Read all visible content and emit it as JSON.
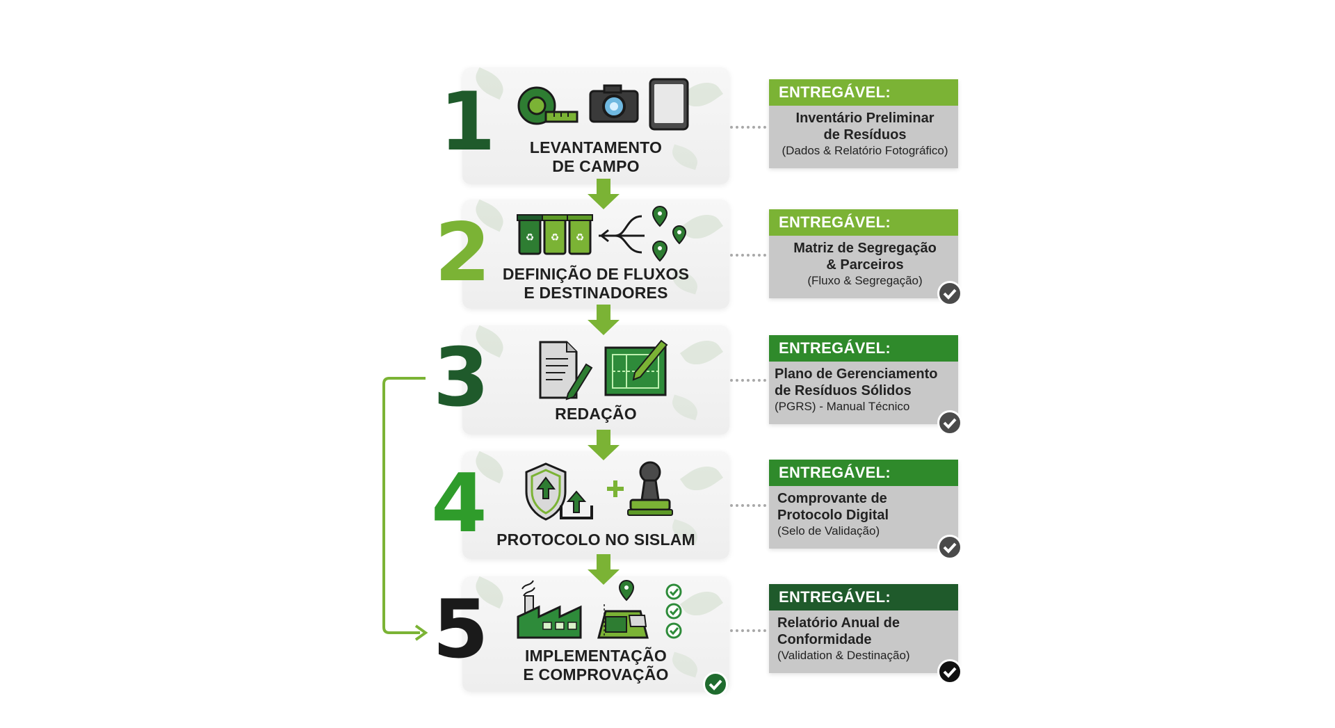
{
  "colors": {
    "arrow": "#7bb335",
    "num1": "#1f5a2b",
    "num2": "#7bb335",
    "num3": "#1f5a2b",
    "num4": "#2f9c2b",
    "num5": "#1a1a1a",
    "card_body": "#c8c8c8",
    "check_dark": "#4a4a4a",
    "check_black": "#111111",
    "check_green": "#1f6b2e"
  },
  "stages": [
    {
      "number": "1",
      "title_l1": "LEVANTAMENTO",
      "title_l2": "DE CAMPO",
      "icons": [
        "measuring-tape-icon",
        "camera-icon",
        "tablet-icon"
      ]
    },
    {
      "number": "2",
      "title_l1": "DEFINIÇÃO DE FLUXOS",
      "title_l2": "E DESTINADORES",
      "icons": [
        "recycling-bins-icon",
        "branching-arrows-icon",
        "map-pin-icon"
      ]
    },
    {
      "number": "3",
      "title_l1": "REDAÇÃO",
      "title_l2": "",
      "icons": [
        "document-pencil-icon",
        "blueprint-icon"
      ]
    },
    {
      "number": "4",
      "title_l1": "PROTOCOLO NO SISLAM",
      "title_l2": "",
      "icons": [
        "shield-upload-icon",
        "plus-icon",
        "stamp-icon"
      ]
    },
    {
      "number": "5",
      "title_l1": "IMPLEMENTAÇÃO",
      "title_l2": "E COMPROVAÇÃO",
      "icons": [
        "factory-icon",
        "land-site-icon",
        "checklist-icon"
      ]
    }
  ],
  "deliverables": [
    {
      "head": "ENTREGÁVEL:",
      "line1": "Inventário Preliminar",
      "line2": "de Resíduos",
      "sub": "(Dados & Relatório Fotográfico)",
      "head_color": "#7bb335"
    },
    {
      "head": "ENTREGÁVEL:",
      "line1": "Matriz de Segregação",
      "line2": "& Parceiros",
      "sub": "(Fluxo & Segregação)",
      "head_color": "#7bb335"
    },
    {
      "head": "ENTREGÁVEL:",
      "line1": "Plano de Gerenciamento",
      "line2": "de Resíduos Sólidos",
      "sub": "(PGRS) - Manual Técnico",
      "head_color": "#2f8a2b"
    },
    {
      "head": "ENTREGÁVEL:",
      "line1": "Comprovante de",
      "line2": "Protocolo Digital",
      "sub": "(Selo de Validação)",
      "head_color": "#2f8a2b"
    },
    {
      "head": "ENTREGÁVEL:",
      "line1": "Relatório Anual de",
      "line2": "Conformidade",
      "sub": "(Validation & Destinação)",
      "head_color": "#1f5a2b"
    }
  ]
}
